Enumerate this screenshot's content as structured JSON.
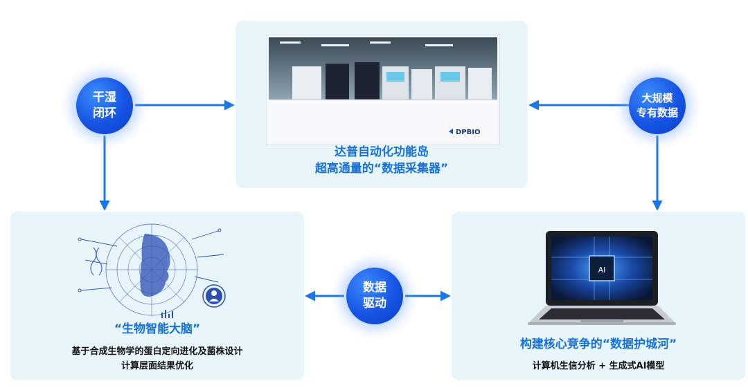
{
  "panels": {
    "top": {
      "title_line1": "达普自动化功能岛",
      "title_line2": "超高通量的“数据采集器”",
      "machine_logo": "DPBIO"
    },
    "left": {
      "title": "“生物智能大脑”",
      "sub_line1": "基于合成生物学的蛋白定向进化及菌株设计",
      "sub_line2": "计算层面结果优化"
    },
    "right": {
      "title": "构建核心竞争的“数据护城河”",
      "sub": "计算机生信分析 + 生成式AI模型",
      "chip_label": "AI"
    }
  },
  "nodes": {
    "dry_wet": {
      "line1": "干湿",
      "line2": "闭环"
    },
    "big_data": {
      "line1": "大规模",
      "line2": "专有数据"
    },
    "data_driven": {
      "line1": "数据",
      "line2": "驱动"
    }
  },
  "colors": {
    "accent": "#1570d8",
    "arrow": "#1a78e6",
    "panel_bg": "#e8f6fc",
    "node": "#1553e3"
  }
}
